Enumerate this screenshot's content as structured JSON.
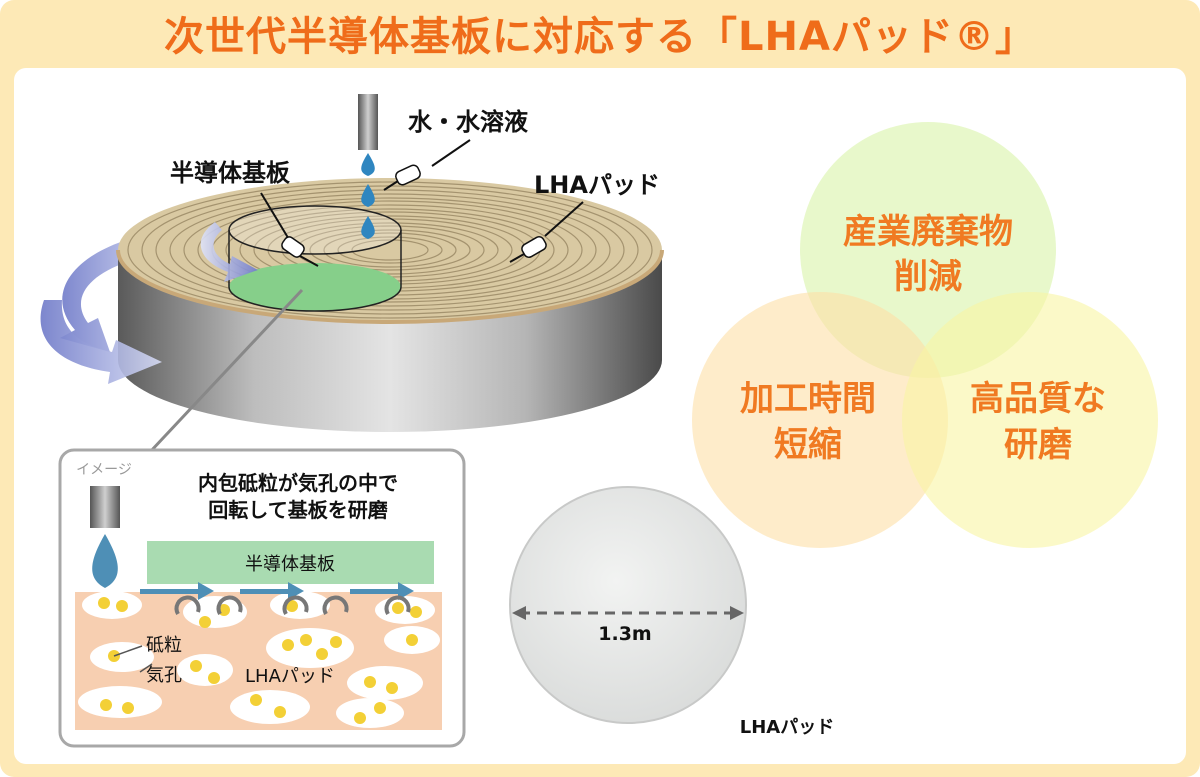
{
  "title": "次世代半導体基板に対応する「LHAパッド®」",
  "pad_diagram": {
    "labels": {
      "water": "水・水溶液",
      "substrate": "半導体基板",
      "pad": "LHAパッド"
    }
  },
  "detail": {
    "tag": "イメージ",
    "heading_line1": "内包砥粒が気孔の中で",
    "heading_line2": "回転して基板を研磨",
    "substrate_bar": "半導体基板",
    "abrasive_label": "砥粒",
    "pore_label": "気孔",
    "pad_label": "LHAパッド"
  },
  "photo": {
    "dimension": "1.3m",
    "caption": "LHAパッド"
  },
  "venn": {
    "top_line1": "産業廃棄物",
    "top_line2": "削減",
    "left_line1": "加工時間",
    "left_line2": "短縮",
    "right_line1": "高品質な",
    "right_line2": "研磨"
  },
  "colors": {
    "title": "#ef6c1a",
    "venn_text": "#f07a22",
    "substrate_green": "#8fd49a",
    "droplet_blue": "#2f86c0"
  }
}
